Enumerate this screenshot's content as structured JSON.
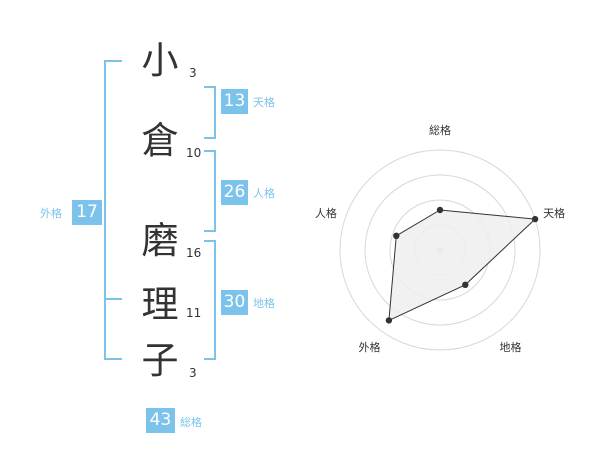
{
  "name": {
    "characters": [
      {
        "char": "小",
        "strokes": 3
      },
      {
        "char": "倉",
        "strokes": 10
      },
      {
        "char": "磨",
        "strokes": 16
      },
      {
        "char": "理",
        "strokes": 11
      },
      {
        "char": "子",
        "strokes": 3
      }
    ]
  },
  "fortunes": {
    "tenkaku": {
      "label": "天格",
      "value": 13
    },
    "jinkaku": {
      "label": "人格",
      "value": 26
    },
    "chikaku": {
      "label": "地格",
      "value": 30
    },
    "gaikaku": {
      "label": "外格",
      "value": 17
    },
    "soukaku": {
      "label": "総格",
      "value": 43
    }
  },
  "colors": {
    "accent": "#7cc3ec",
    "text": "#333333",
    "grid": "#d8d8d8",
    "fill": "#eeeeee"
  },
  "chart_data": {
    "type": "radar",
    "axes": [
      "総格",
      "天格",
      "地格",
      "外格",
      "人格"
    ],
    "values": [
      0.4,
      1.0,
      0.43,
      0.87,
      0.46
    ],
    "rings": 4,
    "range": [
      0,
      1
    ]
  }
}
